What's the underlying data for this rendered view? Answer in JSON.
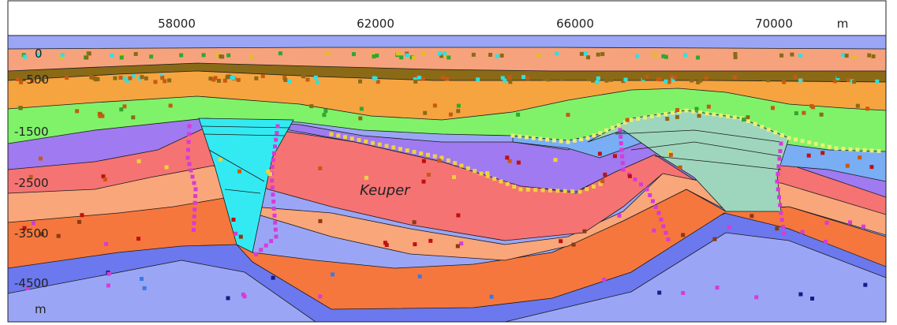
{
  "x_axis": {
    "ticks": [
      "58000",
      "62000",
      "66000",
      "70000"
    ],
    "unit": "m"
  },
  "y_axis": {
    "ticks": [
      "0",
      "-500",
      "-1500",
      "-2500",
      "-3500",
      "-4500"
    ],
    "unit": "m"
  },
  "labels": {
    "formation": "Keuper"
  },
  "colors": {
    "surface": "#f6a27d",
    "dark_band": "#8a6a16",
    "orange_band": "#f6a440",
    "green_band": "#7ff26a",
    "purple": "#a07af0",
    "keuper": "#f57373",
    "salmon": "#f9a67a",
    "deep_orange": "#f5773d",
    "blue_basement": "#6b78ee",
    "lavender_basement": "#9aa6f5",
    "cyan_block": "#33eaf2",
    "sage_block": "#9ed6bd",
    "light_blue": "#79aef5"
  }
}
